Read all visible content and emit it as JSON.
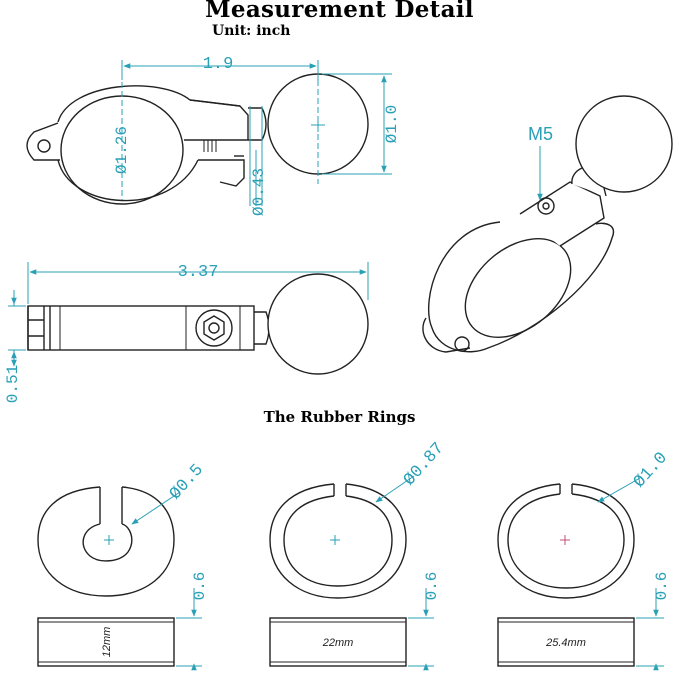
{
  "header": {
    "title": "Measurement Detail",
    "unit": "Unit: inch"
  },
  "clamp_side_view": {
    "overall_length": "1.9",
    "clamp_inner_diameter": "Ø1.26",
    "ball_diameter": "Ø1.0",
    "neck_diameter": "Ø0.43"
  },
  "clamp_top_view": {
    "total_length": "3.37",
    "thickness": "0.51"
  },
  "perspective_view": {
    "screw_label": "M5"
  },
  "rubber_rings": {
    "title": "The Rubber Rings",
    "rings": [
      {
        "inner_diameter": "Ø0.5",
        "height": "0.6",
        "width_label": "12mm"
      },
      {
        "inner_diameter": "Ø0.87",
        "height": "0.6",
        "width_label": "22mm"
      },
      {
        "inner_diameter": "Ø1.0",
        "height": "0.6",
        "width_label": "25.4mm"
      }
    ]
  },
  "colors": {
    "dimension": "#2aa0b6",
    "outline": "#222222",
    "ball_fill": "#ffffff"
  }
}
